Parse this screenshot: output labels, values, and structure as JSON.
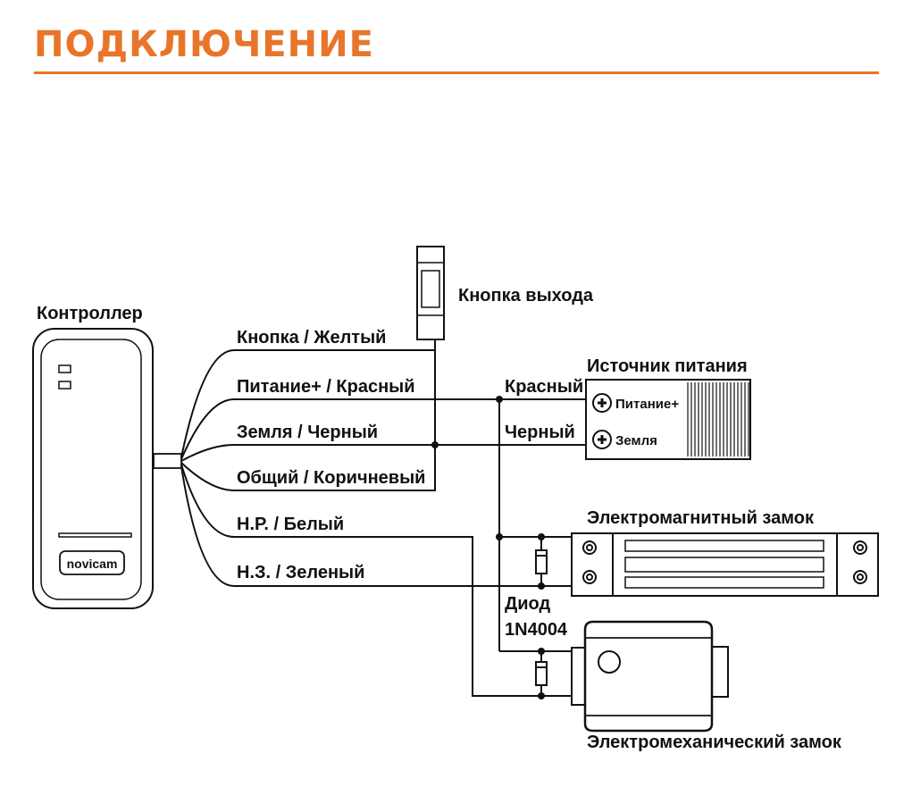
{
  "title": "ПОДКЛЮЧЕНИЕ",
  "accent_color": "#e8752a",
  "controller": {
    "label": "Контроллер",
    "brand": "novicam"
  },
  "wires": [
    "Кнопка / Желтый",
    "Питание+ / Красный",
    "Земля / Черный",
    "Общий / Коричневый",
    "Н.Р. / Белый",
    "Н.З. / Зеленый"
  ],
  "exit_button": {
    "label": "Кнопка выхода"
  },
  "power_supply": {
    "label": "Источник питания",
    "terminal_plus": "Питание+",
    "terminal_ground": "Земля",
    "wire_red": "Красный",
    "wire_black": "Черный"
  },
  "mag_lock": {
    "label": "Электромагнитный замок"
  },
  "diode": {
    "label_line1": "Диод",
    "label_line2": "1N4004"
  },
  "mech_lock": {
    "label": "Электромеханический замок"
  }
}
